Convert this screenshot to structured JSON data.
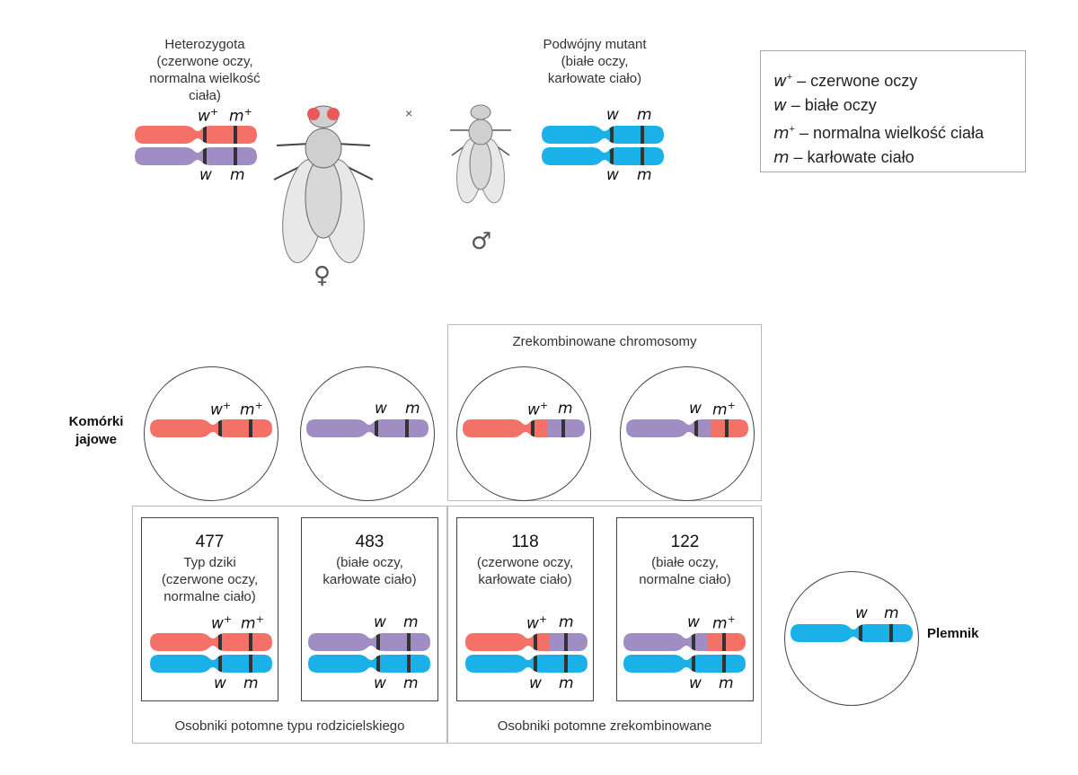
{
  "parents": {
    "female_label": [
      "Heterozygota",
      "(czerwone oczy,",
      "normalna wielkość ciała)"
    ],
    "male_label": [
      "Podwójny mutant",
      "(białe oczy,",
      "karłowate ciało)"
    ],
    "cross_symbol": "×",
    "female_symbol": "♀",
    "male_symbol": "♂"
  },
  "genes": {
    "w_plus": "w",
    "m_plus": "m",
    "w": "w",
    "m": "m",
    "plus": "+"
  },
  "legend": {
    "rows": [
      {
        "sym": "w",
        "sup": "+",
        "text": " – czerwone oczy"
      },
      {
        "sym": "w",
        "sup": "",
        "text": " – białe oczy"
      },
      {
        "sym": "m",
        "sup": "+",
        "text": " – normalna wielkość ciała"
      },
      {
        "sym": "m",
        "sup": "",
        "text": " – karłowate ciało"
      }
    ]
  },
  "eggs": {
    "label": [
      "Komórki",
      "jajowe"
    ],
    "recombined_title": "Zrekombinowane chromosomy"
  },
  "sperm": {
    "label": "Plemnik"
  },
  "offspring": [
    {
      "count": "477",
      "desc": [
        "Typ dziki",
        "(czerwone oczy,",
        "normalne ciało)"
      ]
    },
    {
      "count": "483",
      "desc": [
        "(białe oczy,",
        "karłowate ciało)"
      ]
    },
    {
      "count": "118",
      "desc": [
        "(czerwone oczy,",
        "karłowate ciało)"
      ]
    },
    {
      "count": "122",
      "desc": [
        "(białe oczy,",
        "normalne ciało)"
      ]
    }
  ],
  "groups": {
    "parental": "Osobniki potomne typu rodzicielskiego",
    "recombinant": "Osobniki potomne zrekombinowane"
  },
  "colors": {
    "red": "#f47168",
    "purple": "#a08dc4",
    "blue": "#19b1e8",
    "band": "#333333"
  }
}
